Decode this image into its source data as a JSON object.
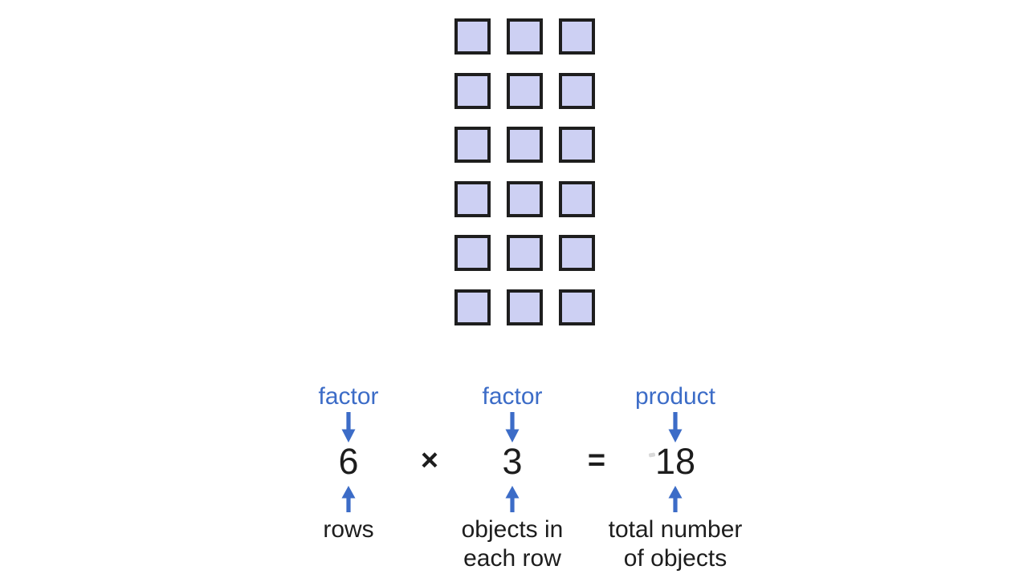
{
  "colors": {
    "accent_blue": "#3c6cc7",
    "square_fill": "#cdd0f3",
    "square_border": "#1e1e1e",
    "text_color": "#1d1d1d",
    "background": "#ffffff"
  },
  "array_grid": {
    "rows": 6,
    "columns": 3
  },
  "equation": {
    "columns": [
      {
        "top_label": "factor",
        "value": "6",
        "caption_lines": [
          "rows"
        ]
      },
      {
        "top_label": "factor",
        "value": "3",
        "caption_lines": [
          "objects in",
          "each row"
        ]
      },
      {
        "top_label": "product",
        "value": "18",
        "caption_lines": [
          "total number",
          "of objects"
        ]
      }
    ],
    "operators": [
      {
        "symbol": "×"
      },
      {
        "symbol": "="
      }
    ]
  }
}
